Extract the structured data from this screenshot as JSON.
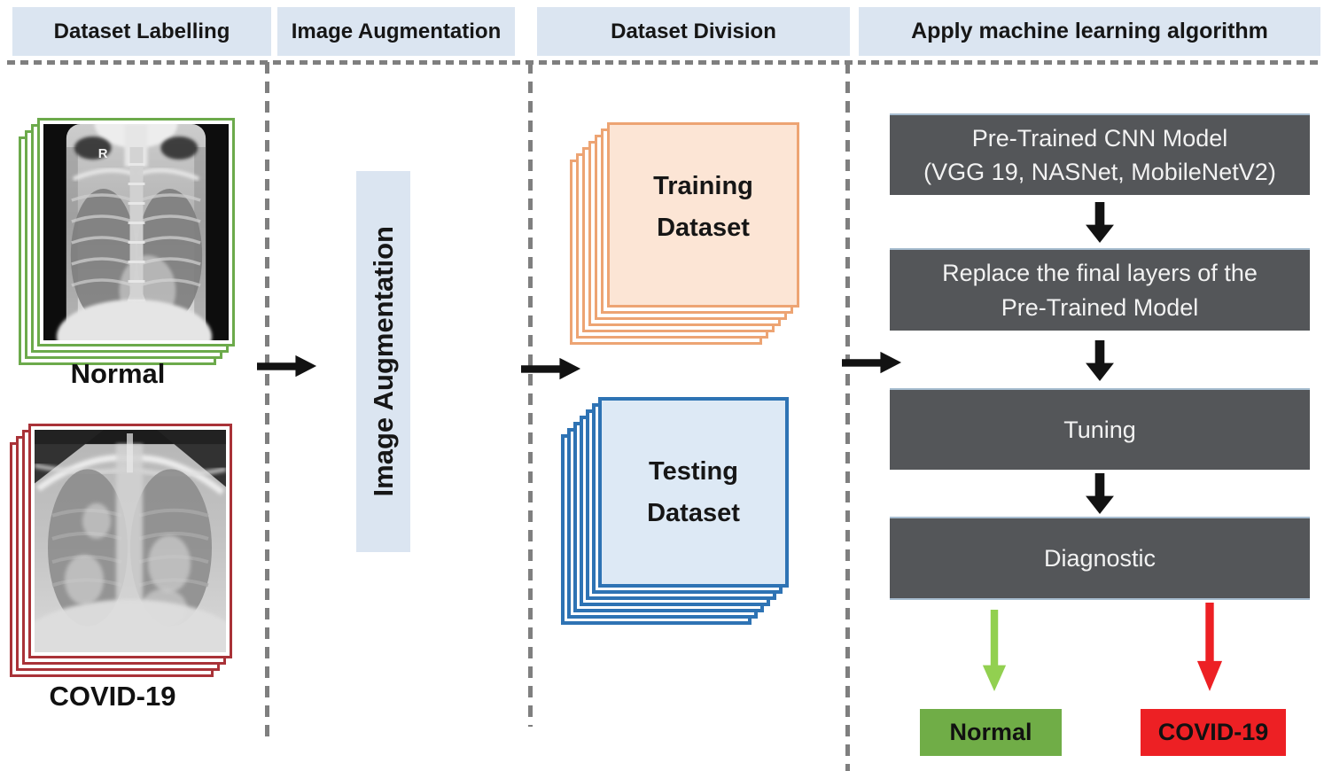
{
  "colors": {
    "header_bg": "#dbe5f1",
    "dash_gray": "#7f7f7f",
    "arrow_black": "#121212",
    "step_bg": "#545659",
    "step_text": "#f2f2f2",
    "step_edge": "#a6bccf",
    "training_fill": "#fce5d5",
    "training_border": "#eda473",
    "testing_fill": "#dde9f5",
    "testing_border": "#2e73b4",
    "normal_frame_green": "#6caa4b",
    "covid_frame_red": "#a93238",
    "green_arrow": "#92d050",
    "green_box": "#70ad47",
    "red_accent": "#ed2024",
    "text_dark": "#161616"
  },
  "headers": [
    {
      "label": "Dataset Labelling"
    },
    {
      "label": "Image Augmentation"
    },
    {
      "label": "Dataset Division"
    },
    {
      "label": "Apply machine learning algorithm"
    }
  ],
  "dataset_labelling": {
    "normal_label": "Normal",
    "covid_label": "COVID-19",
    "xray_marker": "R"
  },
  "augmentation": {
    "box_label": "Image Augmentation"
  },
  "dataset_division": {
    "training": {
      "line1": "Training",
      "line2": "Dataset"
    },
    "testing": {
      "line1": "Testing",
      "line2": "Dataset"
    }
  },
  "algorithm": {
    "steps": [
      {
        "line1": "Pre-Trained CNN Model",
        "line2": "(VGG 19, NASNet, MobileNetV2)"
      },
      {
        "line1": "Replace the final layers of the",
        "line2": "Pre-Trained Model"
      },
      {
        "line1": "Tuning"
      },
      {
        "line1": "Diagnostic"
      }
    ],
    "outputs": [
      {
        "label": "Normal"
      },
      {
        "label": "COVID-19"
      }
    ]
  }
}
